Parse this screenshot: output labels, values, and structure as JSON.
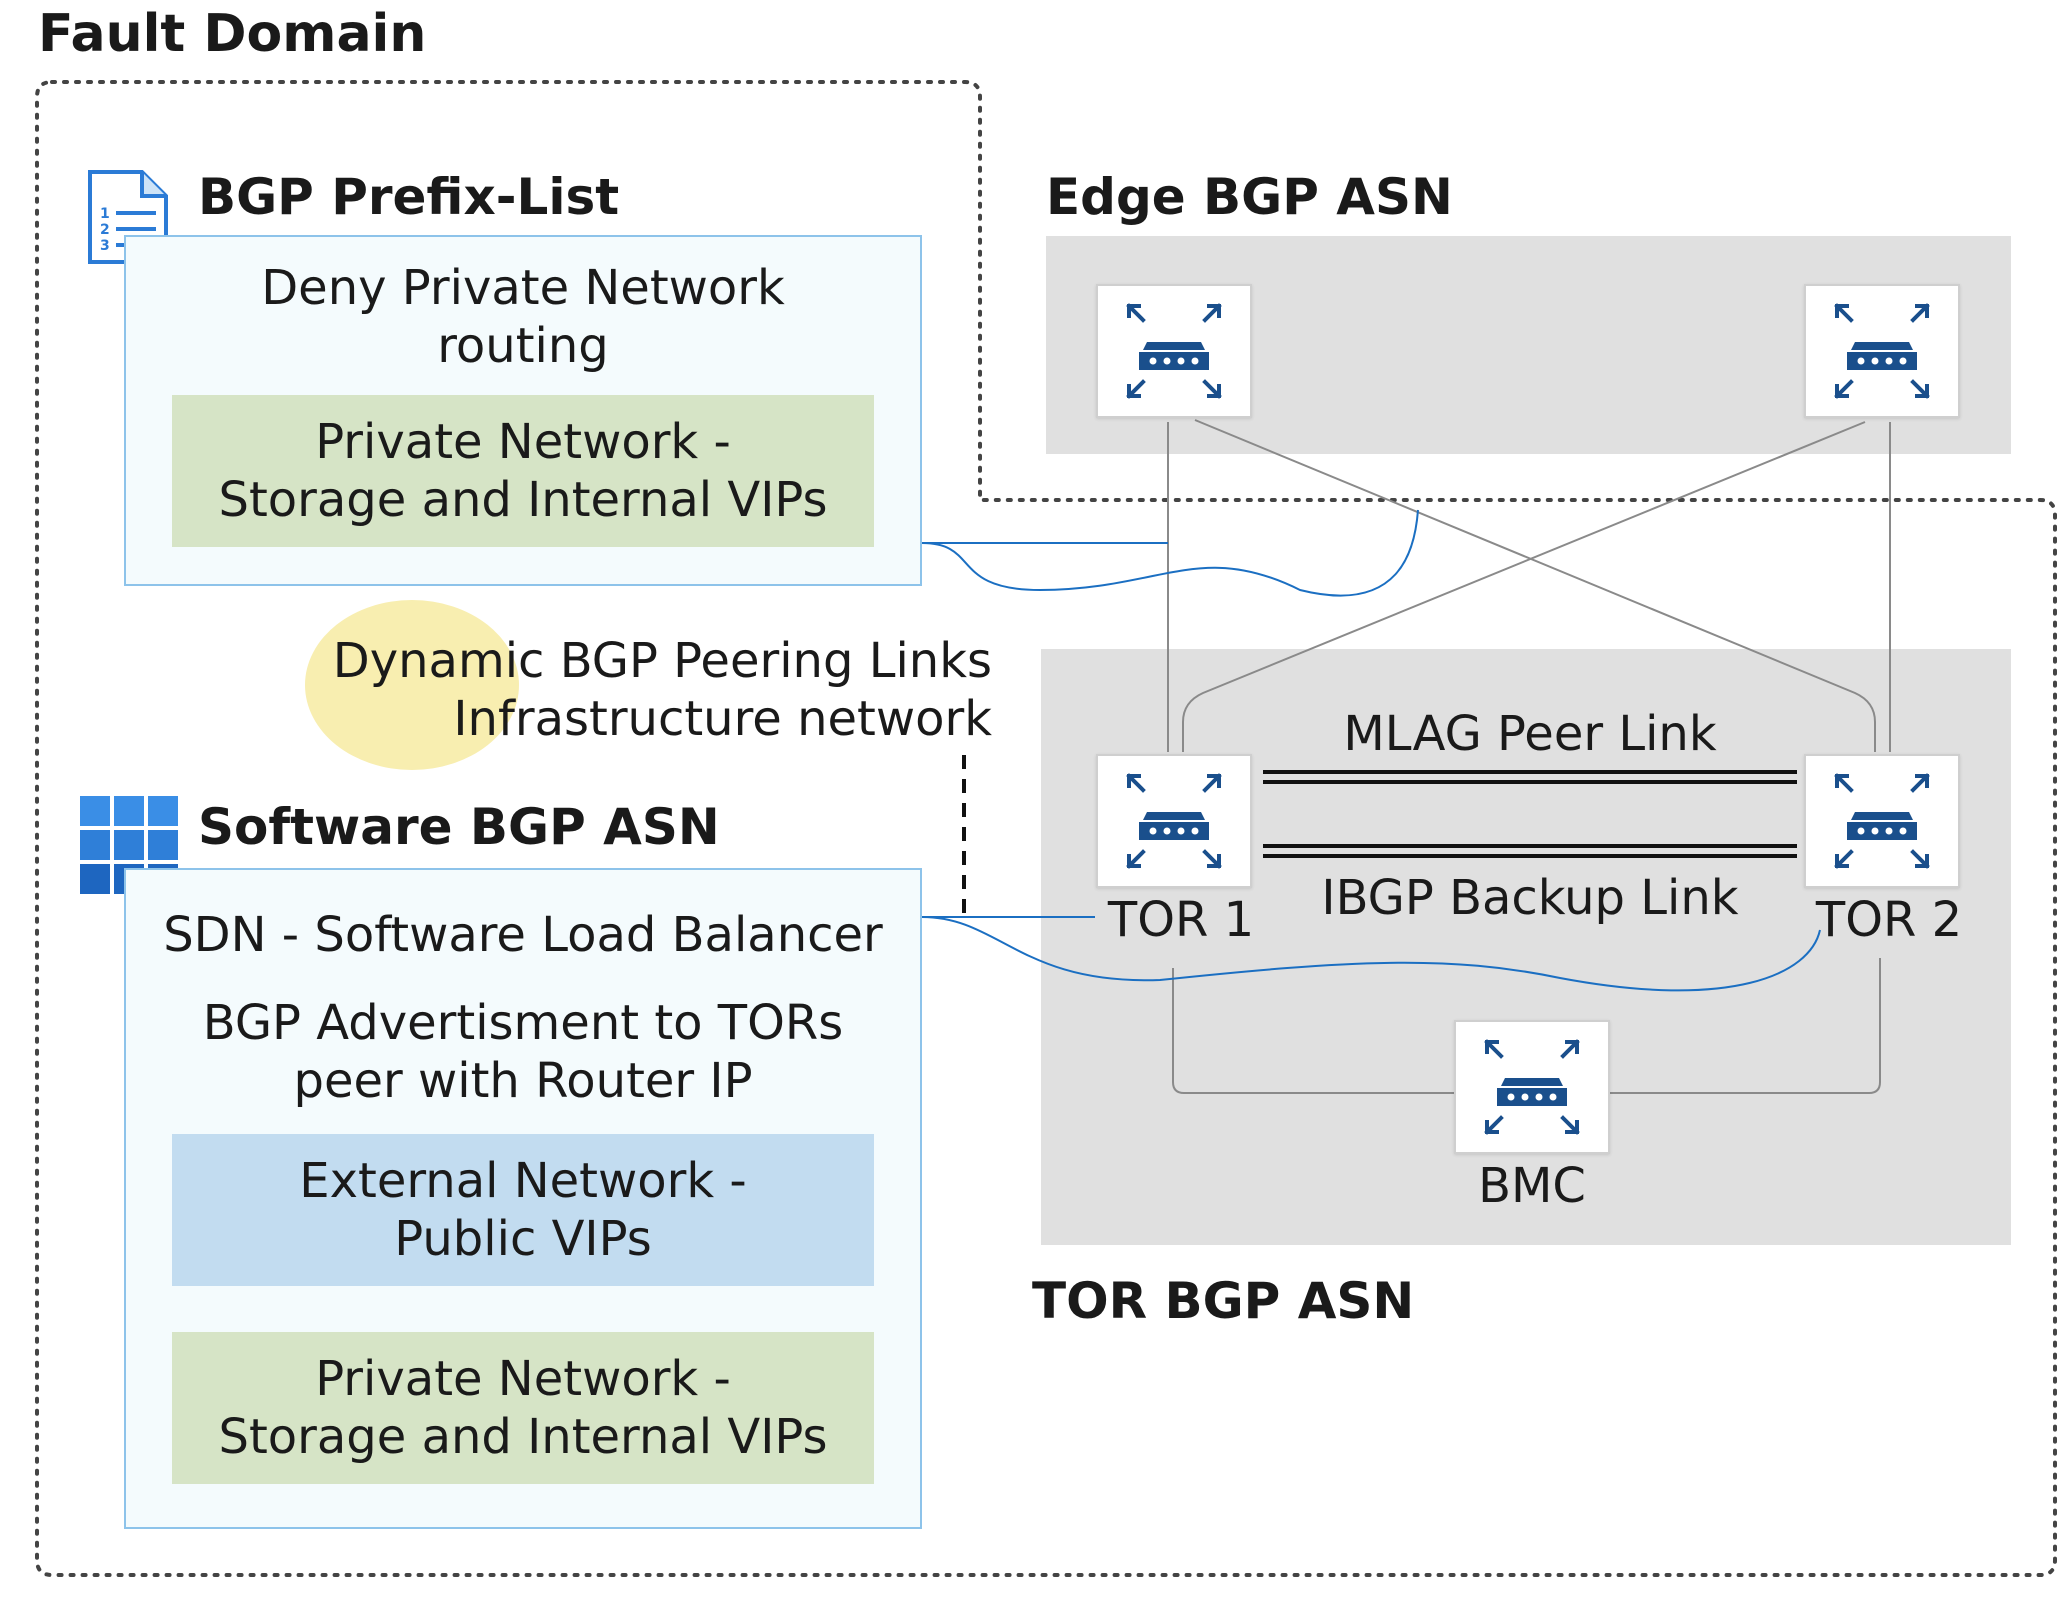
{
  "fault_domain": {
    "title": "Fault Domain"
  },
  "bgp_prefix_list": {
    "title": "BGP Prefix-List",
    "description_line1": "Deny Private Network",
    "description_line2": "routing",
    "band_line1": "Private Network -",
    "band_line2": "Storage and Internal VIPs",
    "icon": "document-list-icon"
  },
  "software_bgp_asn": {
    "title": "Software BGP ASN",
    "line_sdn": "SDN - Software Load Balancer",
    "adv_line1": "BGP Advertisment to TORs",
    "adv_line2": "peer with Router IP",
    "external_line1": "External Network -",
    "external_line2": "Public VIPs",
    "private_line1": "Private Network -",
    "private_line2": "Storage and Internal VIPs",
    "icon": "grid-apps-icon"
  },
  "peering": {
    "line1": "Dynamic BGP Peering Links",
    "line2": "Infrastructure network"
  },
  "edge_bgp_asn": {
    "title": "Edge BGP ASN"
  },
  "tor_bgp_asn": {
    "title": "TOR BGP ASN",
    "tor1": "TOR 1",
    "tor2": "TOR 2",
    "bmc": "BMC",
    "mlag_link": "MLAG Peer Link",
    "ibgp_link": "IBGP Backup Link"
  },
  "colors": {
    "panel_bg": "#f4fbfd",
    "panel_border": "#8dc3ea",
    "green_band": "#d6e4c6",
    "blue_band": "#c2dcf0",
    "gray_area": "#e0e0e0",
    "highlight": "#f8eeb0",
    "router_icon": "#1a4f8c",
    "peering_line": "#1b6fc2"
  }
}
